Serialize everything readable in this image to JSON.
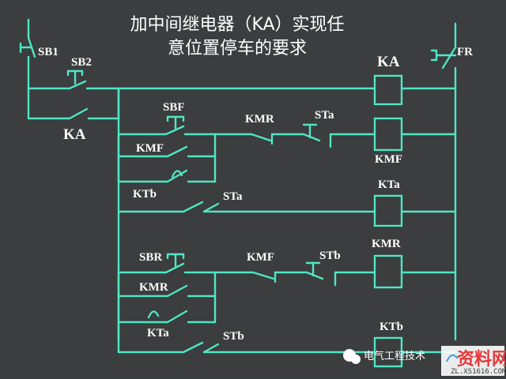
{
  "title": {
    "line1": "加中间继电器（KA）实现任",
    "line2": "意位置停车的要求"
  },
  "labels": {
    "sb1": "SB1",
    "sb2": "SB2",
    "ka_contact": "KA",
    "ka_coil": "KA",
    "fr": "FR",
    "sbf": "SBF",
    "kmr_nc": "KMR",
    "sta_nc": "STa",
    "kmf_coil": "KMF",
    "kmf_no": "KMF",
    "ktb_contact": "KTb",
    "sta_no": "STa",
    "kta_coil": "KTa",
    "sbr": "SBR",
    "kmf_nc": "KMF",
    "stb_nc": "STb",
    "kmr_coil": "KMR",
    "kmr_no": "KMR",
    "kta_contact": "KTa",
    "stb_no": "STb",
    "ktb_coil": "KTb"
  },
  "watermark": {
    "text": "电气工程技术",
    "logo": "资料网",
    "site": "ZL.XS1616.COM"
  },
  "colors": {
    "background": "#3b3d3e",
    "wire": "#4fe6c4",
    "text": "#ffffff"
  }
}
